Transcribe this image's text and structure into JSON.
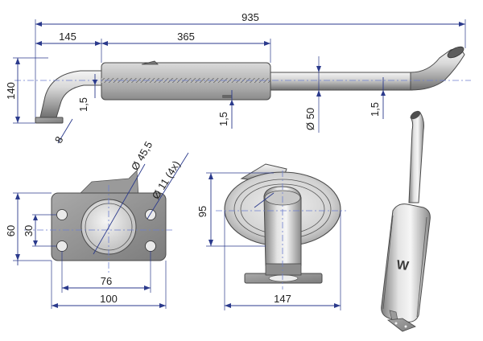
{
  "dimensions": {
    "overall_length": "935",
    "inlet_offset": "145",
    "muffler_length": "365",
    "height": "140",
    "flange_thickness": "8",
    "wall_left": "1,5",
    "wall_mid": "1,5",
    "wall_right": "1,5",
    "pipe_diameter": "Ø 50",
    "flange_bore": "Ø 45,5",
    "flange_holes": "Ø 11 (4x)",
    "flange_height": "60",
    "hole_spacing_vertical": "30",
    "hole_spacing_horizontal": "76",
    "flange_width": "100",
    "muffler_height": "95",
    "muffler_width": "147"
  },
  "colors": {
    "dimension": "#2b3a8c",
    "center_line": "#6d7fd0",
    "metal_light": "#e8e8e8",
    "metal_dark": "#8c8c8c"
  }
}
